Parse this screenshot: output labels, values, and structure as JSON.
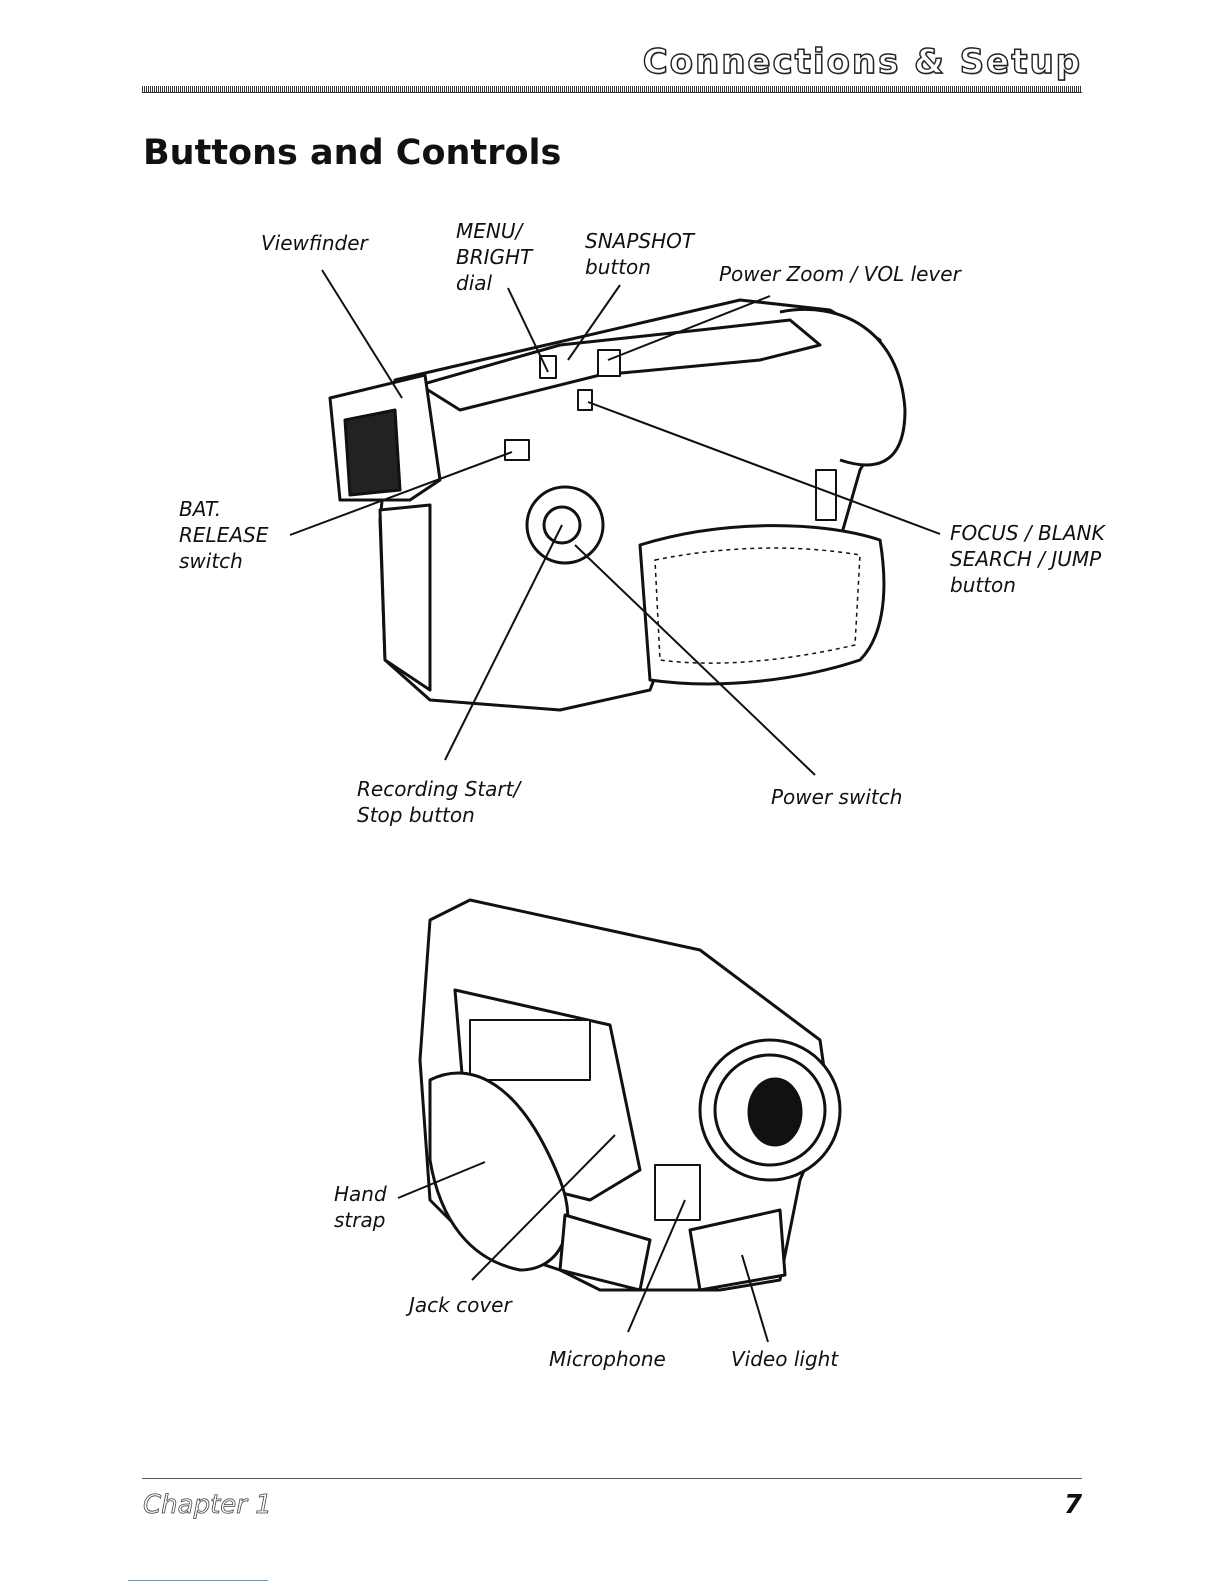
{
  "header": {
    "section": "Connections & Setup"
  },
  "title": "Buttons and Controls",
  "figure_top": {
    "labels": {
      "viewfinder": "Viewfinder",
      "menu": [
        "MENU/",
        "BRIGHT",
        "dial"
      ],
      "snapshot": [
        "SNAPSHOT",
        "button"
      ],
      "zoom": "Power Zoom / VOL lever",
      "bat": [
        "BAT.",
        "RELEASE",
        "switch"
      ],
      "focus": [
        "FOCUS / BLANK",
        "SEARCH / JUMP",
        "button"
      ],
      "rec": [
        "Recording Start/",
        "Stop button"
      ],
      "power": "Power switch"
    }
  },
  "figure_bottom": {
    "labels": {
      "hand": [
        "Hand",
        "strap"
      ],
      "jack": "Jack cover",
      "mic": "Microphone",
      "light": "Video light"
    }
  },
  "footer": {
    "chapter": "Chapter 1",
    "page": "7"
  }
}
